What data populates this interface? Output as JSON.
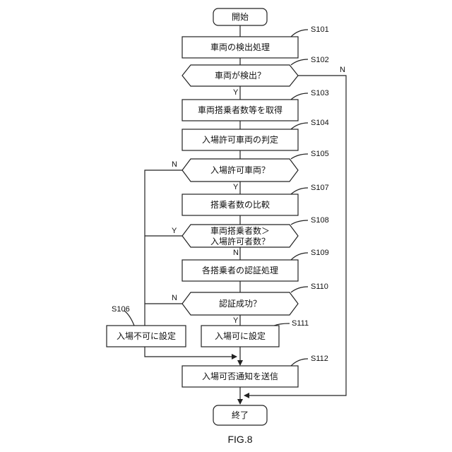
{
  "nodes": {
    "start": {
      "text": "開始"
    },
    "detect": {
      "text": "車両の検出処理",
      "step": "S101"
    },
    "detected_q": {
      "text": "車両が検出？",
      "step": "S102"
    },
    "acquire": {
      "text": "車両搭乗者数等を取得",
      "step": "S103"
    },
    "judge": {
      "text": "入場許可車両の判定",
      "step": "S104"
    },
    "permitted_q": {
      "text": "入場許可車両？",
      "step": "S105"
    },
    "deny": {
      "text": "入場不可に設定",
      "step": "S106"
    },
    "compare": {
      "text": "搭乗者数の比較",
      "step": "S107"
    },
    "count_q": {
      "line1": "車両搭乗者数＞",
      "line2": "入場許可者数？",
      "step": "S108"
    },
    "auth": {
      "text": "各搭乗者の認証処理",
      "step": "S109"
    },
    "auth_q": {
      "text": "認証成功？",
      "step": "S110"
    },
    "allow": {
      "text": "入場可に設定",
      "step": "S111"
    },
    "notify": {
      "text": "入場可否通知を送信",
      "step": "S112"
    },
    "end": {
      "text": "終了"
    }
  },
  "branch_labels": {
    "s102_no": "N",
    "s102_yes": "Y",
    "s105_no": "N",
    "s105_yes": "Y",
    "s108_yes": "Y",
    "s108_no": "N",
    "s110_no": "N",
    "s110_yes": "Y"
  },
  "figure_label": "FIG.8"
}
